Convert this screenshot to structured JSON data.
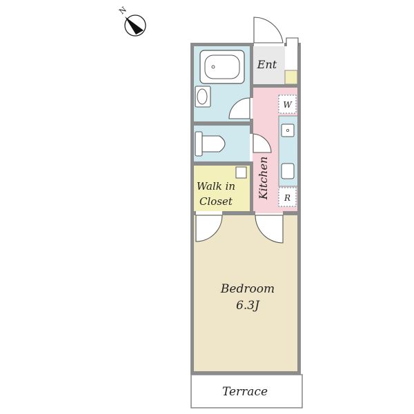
{
  "compass": {
    "label": "N"
  },
  "rooms": {
    "entrance": "Ent",
    "kitchen": "Kitchen",
    "walk_in_closet_line1": "Walk in",
    "walk_in_closet_line2": "Closet",
    "bedroom": "Bedroom",
    "bedroom_size": "6.3J",
    "terrace": "Terrace"
  },
  "appliances": {
    "washer": "W",
    "refrigerator": "R"
  },
  "colors": {
    "wall": "#8c8c8c",
    "bath_blue": "#cfe9ef",
    "kitchen_pink": "#f7d4da",
    "closet_yellow": "#f4f0bb",
    "bedroom_beige": "#efe6c9",
    "entrance_gray": "#e9e9e9",
    "dashed_outline": "#4a8fa8"
  }
}
